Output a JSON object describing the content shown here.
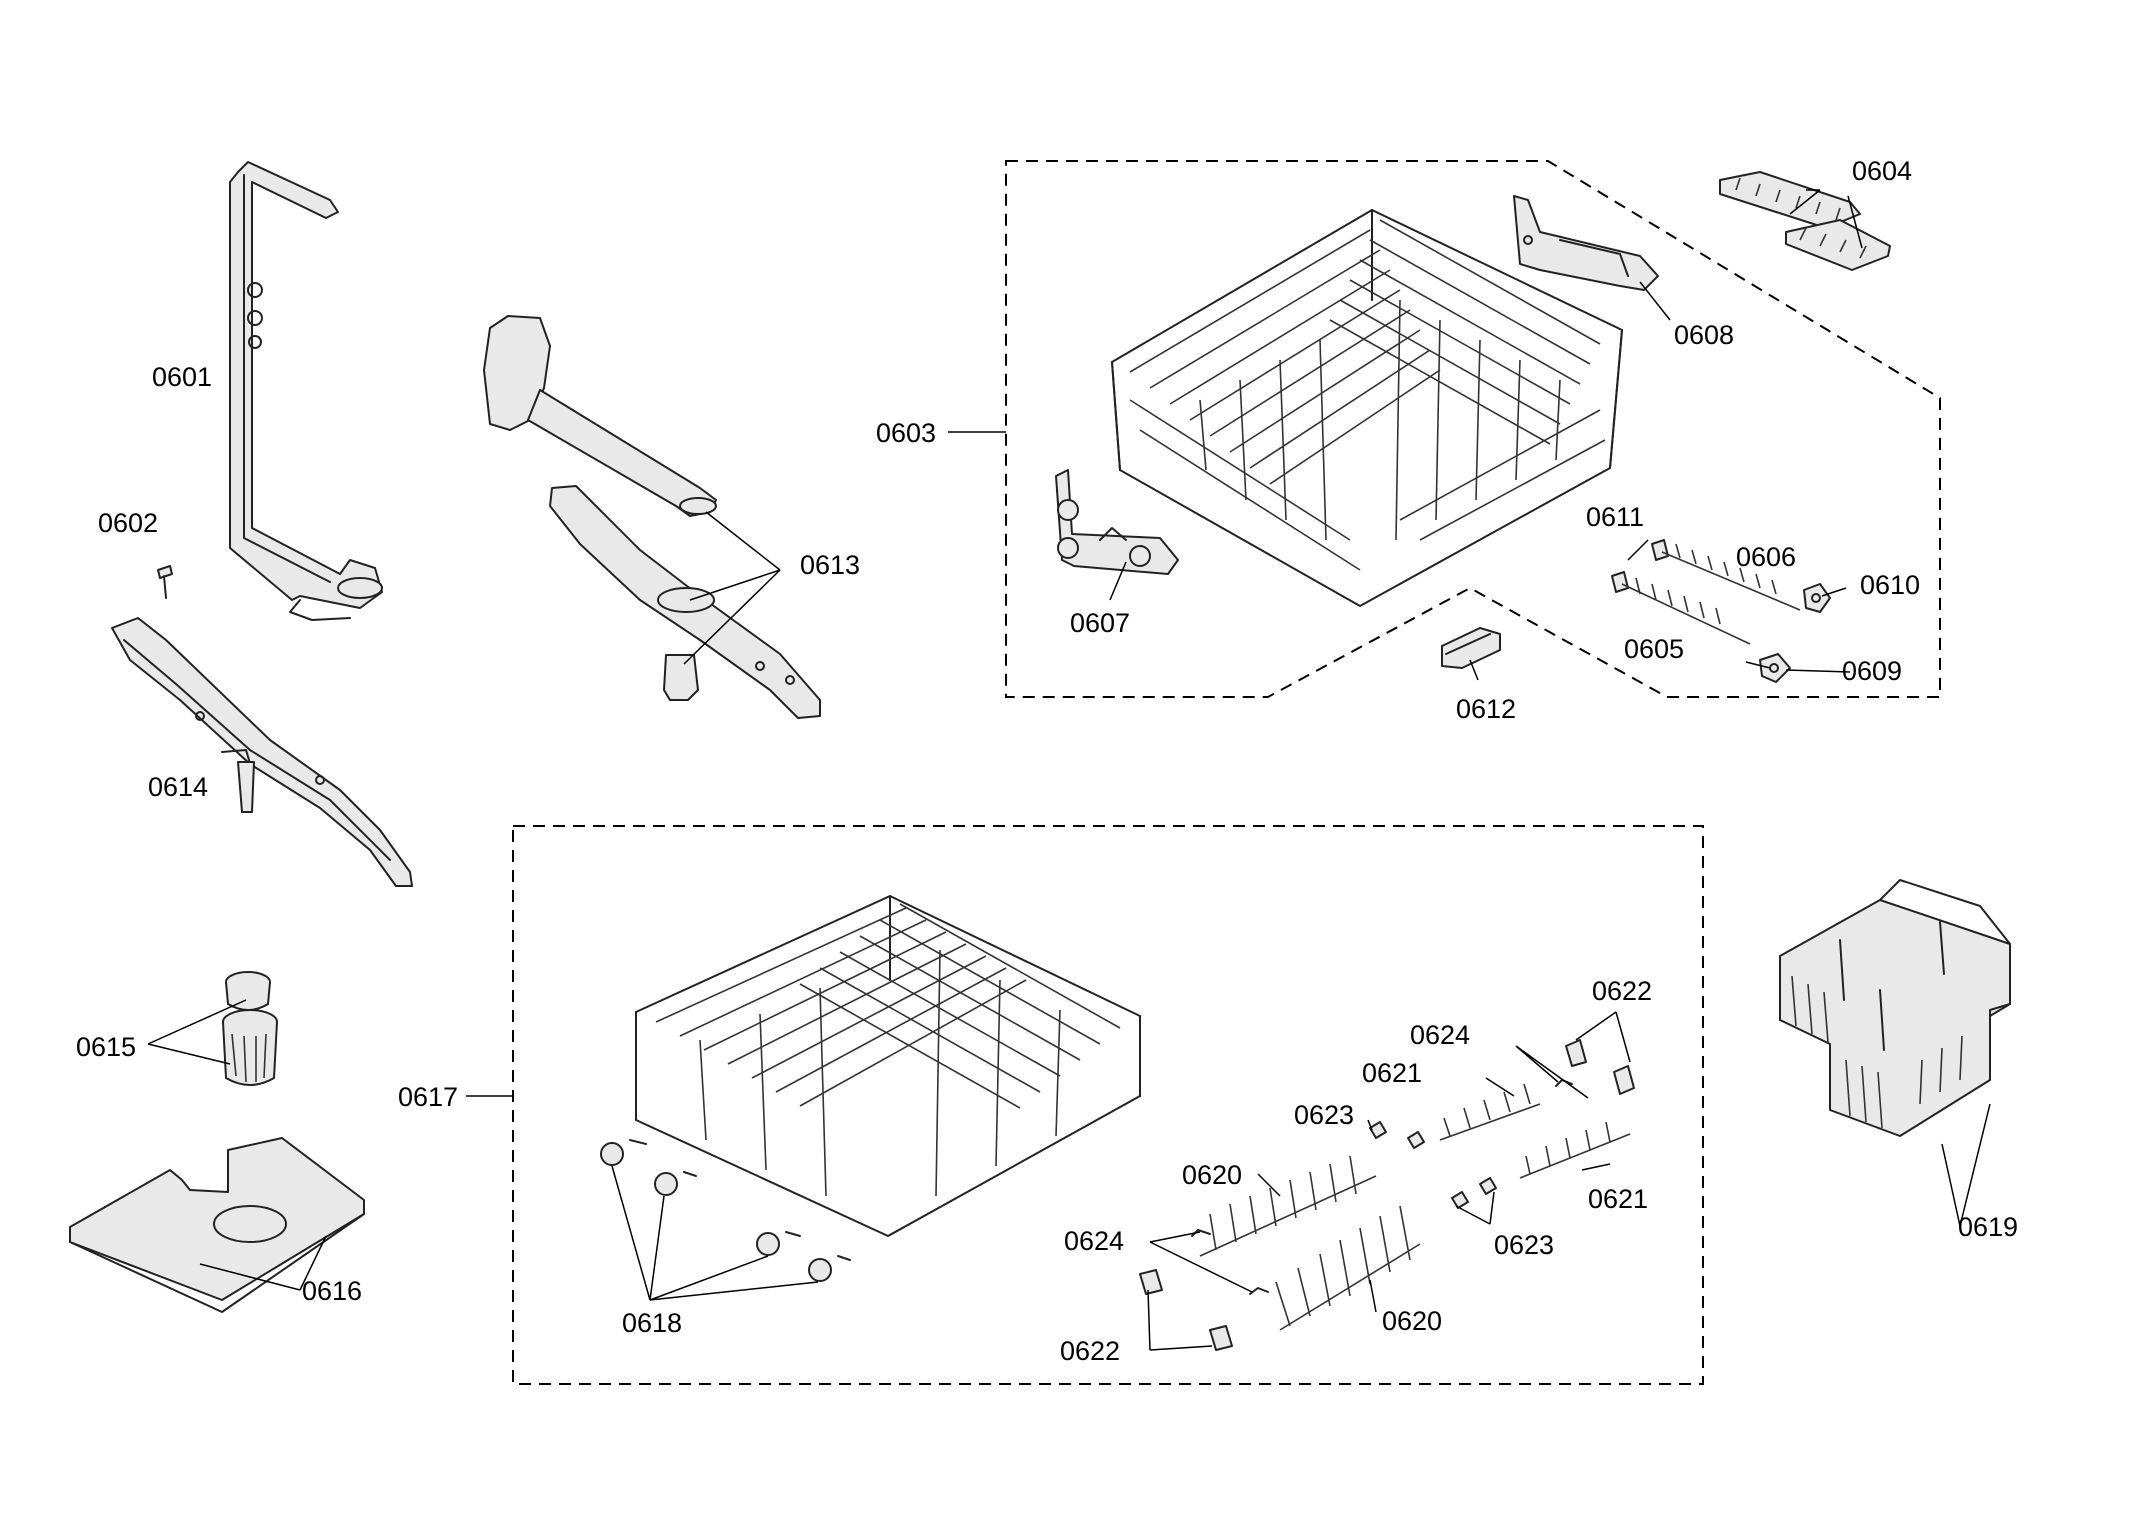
{
  "labels": {
    "p0601": "0601",
    "p0602": "0602",
    "p0603": "0603",
    "p0604": "0604",
    "p0605": "0605",
    "p0606": "0606",
    "p0607": "0607",
    "p0608": "0608",
    "p0609": "0609",
    "p0610": "0610",
    "p0611": "0611",
    "p0612": "0612",
    "p0613": "0613",
    "p0614": "0614",
    "p0615": "0615",
    "p0616": "0616",
    "p0617": "0617",
    "p0618": "0618",
    "p0619": "0619",
    "p0620a": "0620",
    "p0620b": "0620",
    "p0621a": "0621",
    "p0621b": "0621",
    "p0622a": "0622",
    "p0622b": "0622",
    "p0623a": "0623",
    "p0623b": "0623",
    "p0624a": "0624",
    "p0624b": "0624"
  }
}
